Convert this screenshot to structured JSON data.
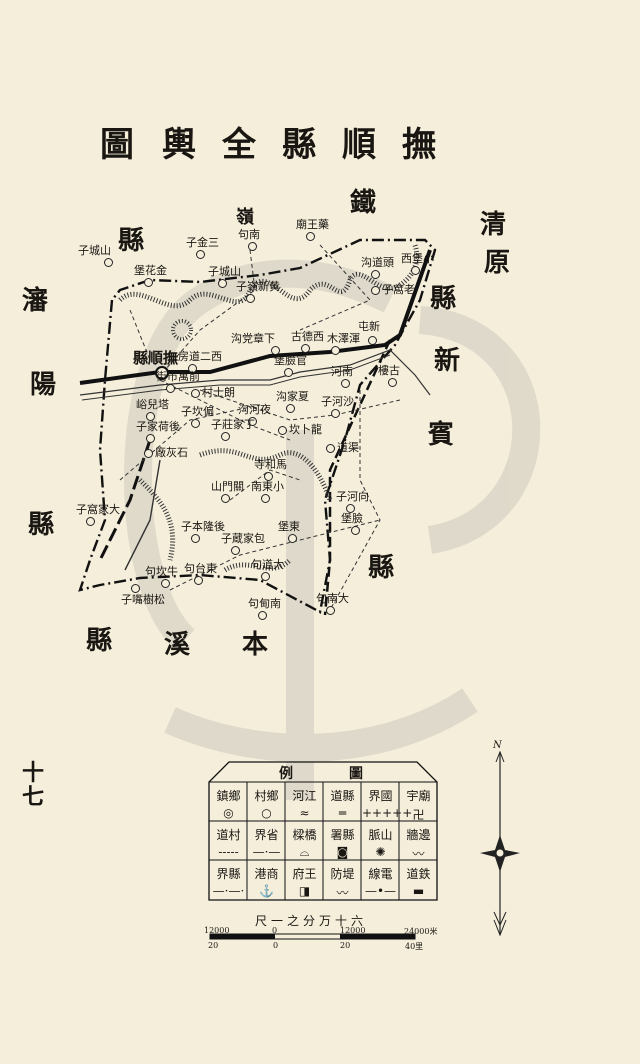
{
  "title": [
    "撫",
    "順",
    "縣",
    "全",
    "輿",
    "圖"
  ],
  "neighbors": {
    "qingyuan": [
      "清",
      "原",
      "縣"
    ],
    "tieling": [
      "鐵",
      "嶺",
      "縣"
    ],
    "xinbin": [
      "新",
      "賓",
      "縣"
    ],
    "shenyang": [
      "瀋",
      "陽",
      "縣"
    ],
    "benxi": [
      "本",
      "溪",
      "縣"
    ]
  },
  "county_seat": "撫順縣",
  "places": [
    "西二道房",
    "下章党沟",
    "西德古",
    "渾澤木",
    "新屯",
    "官臉堡",
    "南河",
    "夏家沟",
    "沙河子",
    "朗士村",
    "前萬市街",
    "夜河沟",
    "龍卜坎",
    "丁家莊子",
    "偏坎子",
    "塔兒峪",
    "後荷家子",
    "石灰廠",
    "馬和寺",
    "關門山",
    "小東南",
    "後隆本子",
    "包家蔵子",
    "東台句",
    "牛坎句",
    "松樹嘴子",
    "大南句",
    "東堡",
    "大家窩子",
    "大道句",
    "老窩子",
    "頭道沟",
    "黄新嶺子",
    "山城子",
    "三金子",
    "南句",
    "藥王廟",
    "山城子",
    "金花堡",
    "古樓",
    "小堡西",
    "南甸句",
    "臉堡",
    "向河子",
    "渠道"
  ],
  "page_number": [
    "十",
    "七"
  ],
  "legend": {
    "title": [
      "圖",
      "例"
    ],
    "items": [
      {
        "label": "鄉鎮",
        "symbol": "◎"
      },
      {
        "label": "鄉村",
        "symbol": "○"
      },
      {
        "label": "江河",
        "symbol": "≈"
      },
      {
        "label": "縣道",
        "symbol": "═"
      },
      {
        "label": "國界",
        "symbol": "+++++"
      },
      {
        "label": "廟宇",
        "symbol": "卍"
      },
      {
        "label": "村道",
        "symbol": "-----"
      },
      {
        "label": "省界",
        "symbol": "—·—"
      },
      {
        "label": "橋樑",
        "symbol": "⌓"
      },
      {
        "label": "縣署",
        "symbol": "◙"
      },
      {
        "label": "山脈",
        "symbol": "✺"
      },
      {
        "label": "邊牆",
        "symbol": "〰"
      },
      {
        "label": "縣界",
        "symbol": "—·—·"
      },
      {
        "label": "商港",
        "symbol": "⚓"
      },
      {
        "label": "王府",
        "symbol": "◨"
      },
      {
        "label": "堤防",
        "symbol": "〰"
      },
      {
        "label": "電線",
        "symbol": "—•—"
      },
      {
        "label": "鉄道",
        "symbol": "▬"
      }
    ]
  },
  "scale": {
    "text": "六十万分之一尺",
    "top_ticks": [
      "12000",
      "0",
      "12000",
      "24000米"
    ],
    "bottom_ticks": [
      "20",
      "0",
      "20",
      "40里"
    ]
  },
  "compass": {
    "north_label": "N"
  }
}
